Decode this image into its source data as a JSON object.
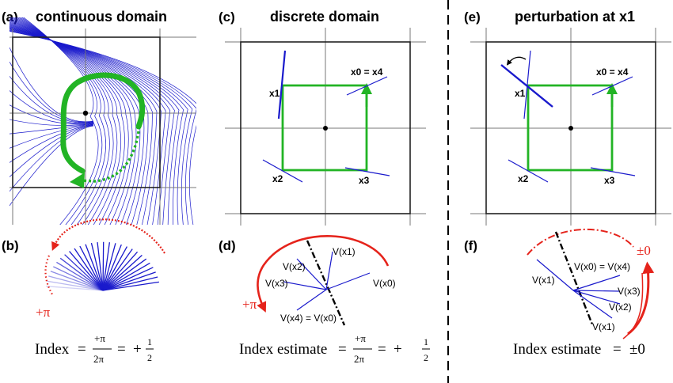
{
  "panels": {
    "a": {
      "tag": "(a)",
      "title": "continuous domain"
    },
    "b": {
      "tag": "(b)",
      "angle": "+π",
      "equation": "Index = +π/2π = +1/2"
    },
    "c": {
      "tag": "(c)",
      "title": "discrete domain",
      "x0": "x0 = x4",
      "x1": "x1",
      "x2": "x2",
      "x3": "x3"
    },
    "d": {
      "tag": "(d)",
      "angle": "+π",
      "v1": "V(x1)",
      "v2": "V(x2)",
      "v3": "V(x3)",
      "v0": "V(x0)",
      "v4": "V(x4) = V(x0)",
      "equation": "Index estimate = +π/2π = +1/2"
    },
    "e": {
      "tag": "(e)",
      "title": "perturbation at x1",
      "x0": "x0 = x4",
      "x1": "x1",
      "x2": "x2",
      "x3": "x3"
    },
    "f": {
      "tag": "(f)",
      "angle": "±0",
      "v04": "V(x0) = V(x4)",
      "v1a": "V(x1)",
      "v3": "V(x3)",
      "v2": "V(x2)",
      "v1b": "V(x1)",
      "equation": "Index estimate = ±0"
    }
  },
  "colors": {
    "loop": "#22b425",
    "vector": "#1a1acc",
    "angle": "#e5231b",
    "grid": "#888888",
    "frame": "#222222"
  }
}
